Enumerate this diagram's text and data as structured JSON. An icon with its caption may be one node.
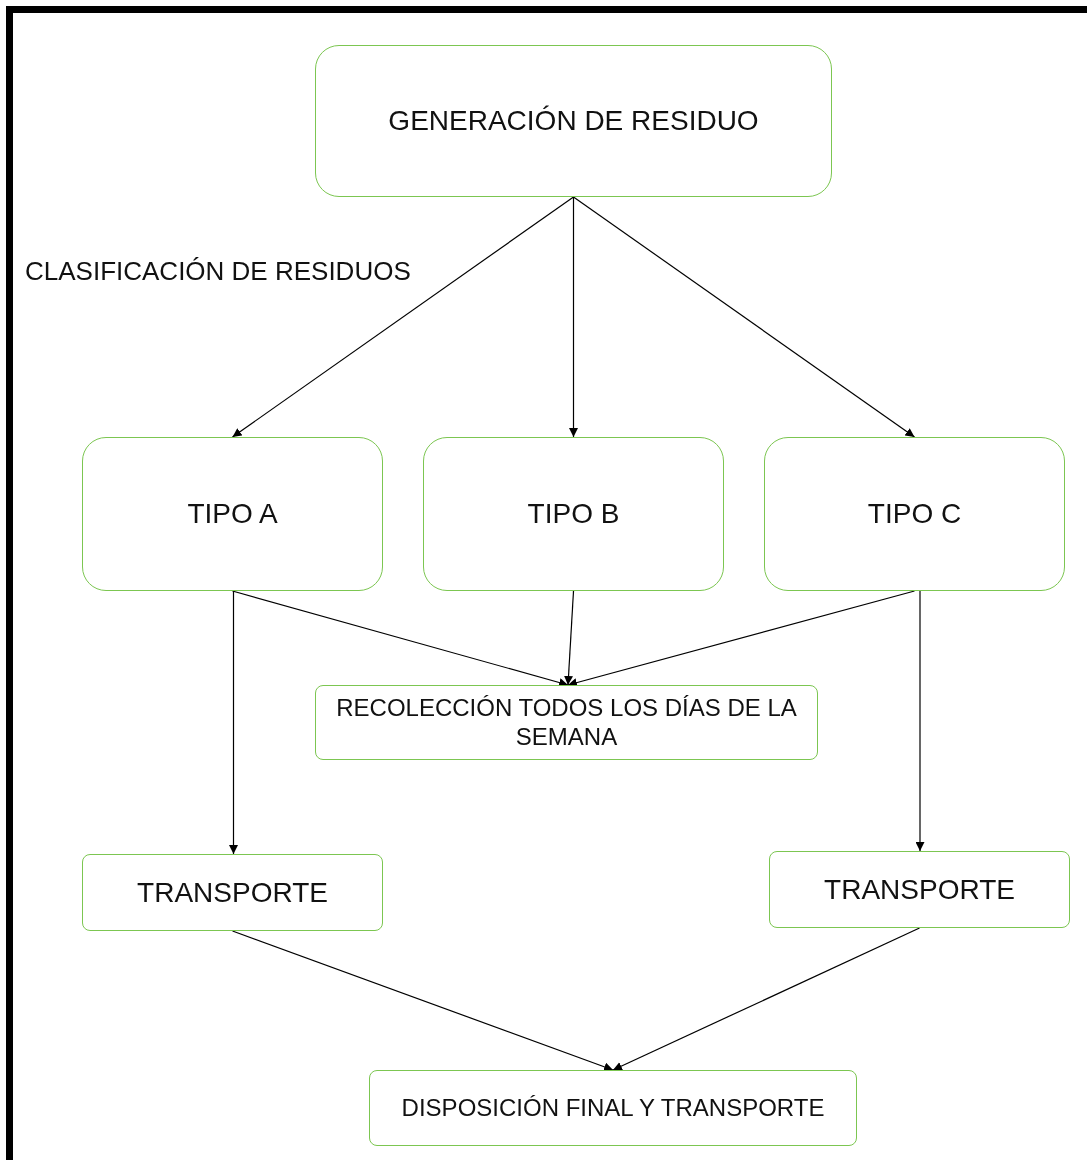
{
  "diagram": {
    "nodes": [
      {
        "text": [
          "GENERACIÓN DE RESIDUO"
        ]
      },
      {
        "text": [
          "TIPO A"
        ]
      },
      {
        "text": [
          "TIPO B"
        ]
      },
      {
        "text": [
          "TIPO C"
        ]
      },
      {
        "text": [
          "RECOLECCIÓN TODOS LOS DÍAS DE LA SEMANA"
        ]
      },
      {
        "text": [
          "TRANSPORTE"
        ]
      },
      {
        "text": [
          "TRANSPORTE"
        ]
      },
      {
        "text": [
          "DISPOSICIÓN FINAL Y TRANSPORTE"
        ]
      }
    ],
    "edges": [
      {
        "from": 0,
        "to": 1,
        "arrow": "to"
      },
      {
        "from": 0,
        "to": 2,
        "arrow": "to"
      },
      {
        "from": 0,
        "to": 3,
        "arrow": "to"
      },
      {
        "from": 1,
        "to": 4,
        "arrow": "to"
      },
      {
        "from": 2,
        "to": 4,
        "arrow": "to"
      },
      {
        "from": 3,
        "to": 4,
        "arrow": "to"
      },
      {
        "from": 1,
        "to": 5,
        "arrow": "to"
      },
      {
        "from": 3,
        "to": 6,
        "arrow": "to"
      },
      {
        "from": 5,
        "to": 7,
        "arrow": "to"
      },
      {
        "from": 6,
        "to": 7,
        "arrow": "to"
      }
    ],
    "labels": [
      "CLASIFICACIÓN DE RESIDUOS"
    ]
  }
}
